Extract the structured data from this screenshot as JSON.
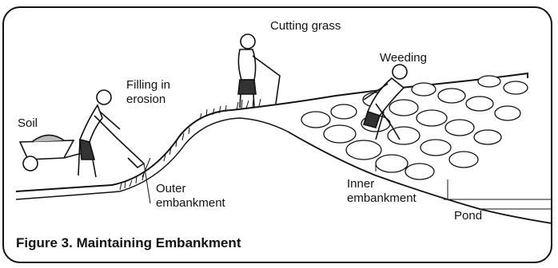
{
  "labels": {
    "soil": "Soil",
    "filling_line1": "Filling in",
    "filling_line2": "erosion",
    "cutting_grass": "Cutting grass",
    "weeding": "Weeding",
    "outer_line1": "Outer",
    "outer_line2": "embankment",
    "inner_line1": "Inner",
    "inner_line2": "embankment",
    "pond": "Pond"
  },
  "caption": "Figure 3.  Maintaining Embankment"
}
